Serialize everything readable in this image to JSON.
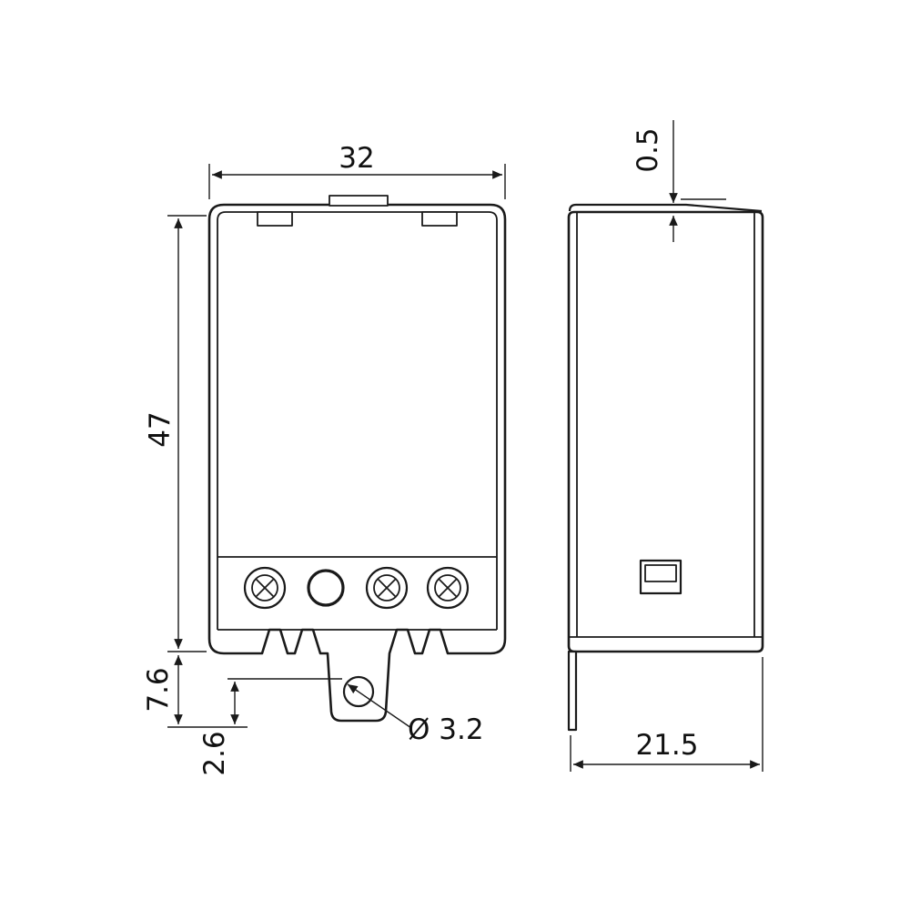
{
  "drawing": {
    "type": "technical-dimension-drawing",
    "units": "mm",
    "line_color": "#1a1a1a",
    "background_color": "#ffffff",
    "views": {
      "front_view": "device front elevation with screw terminals and mounting tab",
      "side_view": "device side elevation with mounting tab edge"
    },
    "dimensions": {
      "front_width": "32",
      "front_height": "47",
      "mount_foot_height": "7.6",
      "hole_center_offset": "2.6",
      "hole_diameter": "Ø 3.2",
      "cover_step": "0.5",
      "body_depth": "21.5"
    }
  }
}
